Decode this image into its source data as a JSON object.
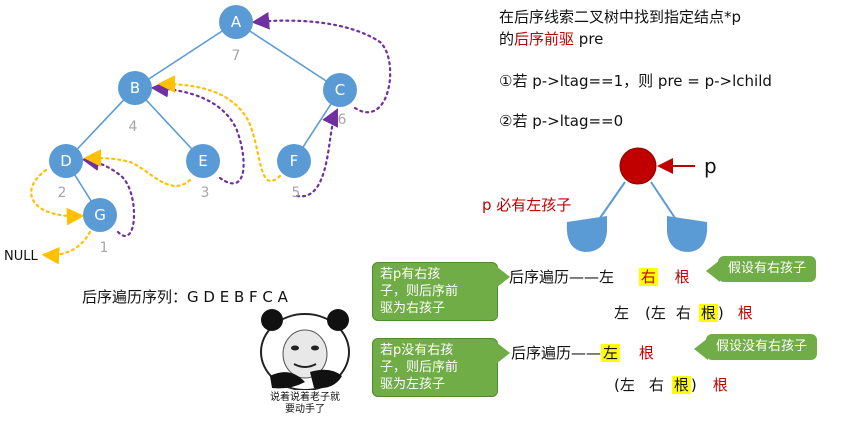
{
  "tree": {
    "node_color": "#5b9bd5",
    "edge_color": "#5b9bd5",
    "thread_color_dotted_purple": "#7030a0",
    "thread_color_dotted_yellow": "#ffc000",
    "nodes": [
      {
        "label": "A",
        "order": "7"
      },
      {
        "label": "B",
        "order": "4"
      },
      {
        "label": "C",
        "order": "6"
      },
      {
        "label": "D",
        "order": "2"
      },
      {
        "label": "E",
        "order": "3"
      },
      {
        "label": "F",
        "order": "5"
      },
      {
        "label": "G",
        "order": "1"
      }
    ],
    "null_label": "NULL"
  },
  "sequence": {
    "label": "后序遍历序列：",
    "value": "G D E B F C A"
  },
  "meme_caption": [
    "说着说着老子就",
    "要动手了"
  ],
  "heading": {
    "line1": "在后序线索二叉树中找到指定结点*p",
    "line2_prefix": "的",
    "line2_red": "后序前驱",
    "line2_suffix": " pre"
  },
  "rules": {
    "rule1": "①若 p->ltag==1，则 pre = p->lchild",
    "rule2": "②若 p->ltag==0"
  },
  "mini_tree": {
    "p_label": "p",
    "left_label": "p 必有左孩子",
    "root_color": "#c00000",
    "child_color": "#5b9bd5"
  },
  "case1": {
    "callout": [
      "若p有右孩",
      "子，则后序前",
      "驱为右孩子"
    ],
    "line1": {
      "prefix": "后序遍历——",
      "left": "左",
      "right": "右",
      "root": "根"
    },
    "hint": "假设有右孩子",
    "line2": {
      "left": "左",
      "open": "(左",
      "right": "右",
      "root_hl": "根",
      "close": ")",
      "root": "根"
    }
  },
  "case2": {
    "callout": [
      "若p没有右孩",
      "子，则后序前",
      "驱为左孩子"
    ],
    "line1": {
      "prefix": "后序遍历——",
      "left": "左",
      "root": "根"
    },
    "hint": "假设没有右孩子",
    "line2": {
      "open": "(左",
      "right": "右",
      "root_hl": "根",
      "close": ")",
      "root": "根"
    }
  }
}
